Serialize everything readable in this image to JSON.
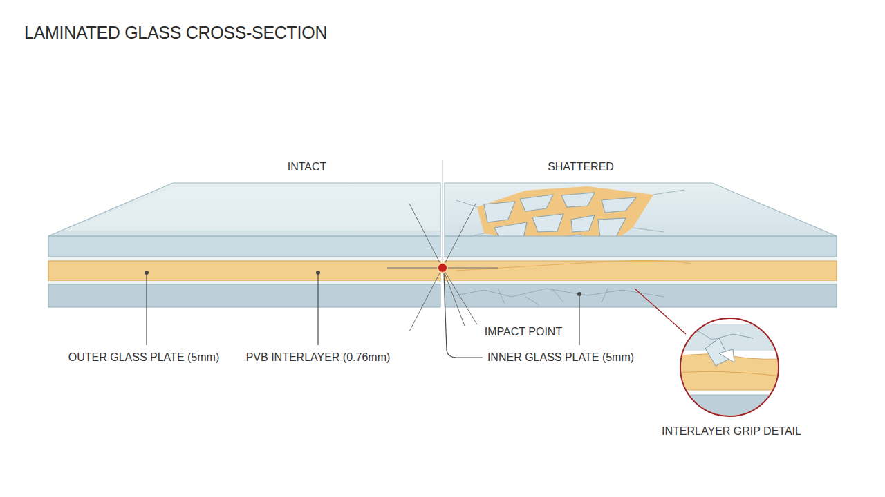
{
  "diagram": {
    "title": "LAMINATED GLASS CROSS-SECTION",
    "labels": [
      "INTACT",
      "SHATTERED",
      "OUTER GLASS PLATE (5mm)",
      "PVB INTERLAYER (0.76mm)",
      "IMPACT POINT",
      "INNER GLASS PLATE (5mm)",
      "INTERLAYER GRIP DETAIL"
    ]
  }
}
